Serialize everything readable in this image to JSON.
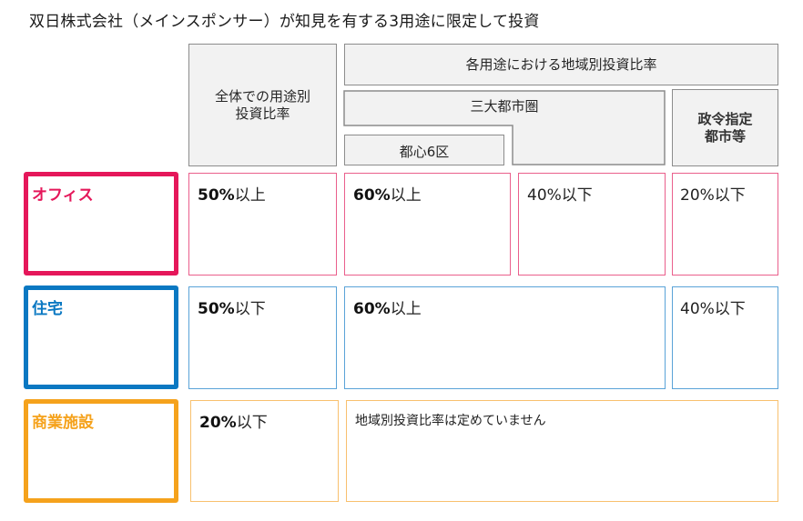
{
  "title": "双日株式会社（メインスポンサー）が知見を有する3用途に限定して投資",
  "colors": {
    "office": "#e5175a",
    "office_cell": "#ea5f8c",
    "residential": "#0a78c2",
    "residential_cell": "#5aa3d8",
    "commercial": "#f5a21c",
    "commercial_cell": "#f8c06e",
    "header_bg": "#f2f2f2",
    "header_border": "#8c8c8c"
  },
  "headers": {
    "overall_ratio": [
      "全体での用途別",
      "投資比率"
    ],
    "regional_ratio": "各用途における地域別投資比率",
    "three_metro": "三大都市圏",
    "central_six": "都心6区",
    "designated_cities": [
      "政令指定",
      "都市等"
    ]
  },
  "rows": [
    {
      "label": "オフィス",
      "overall": {
        "value": "50%",
        "suffix": "以上"
      },
      "central_six": {
        "value": "60%",
        "suffix": "以上"
      },
      "three_metro_other": {
        "value": "40%",
        "suffix": "以下"
      },
      "designated_cities": {
        "value": "20%",
        "suffix": "以下"
      }
    },
    {
      "label": "住宅",
      "overall": {
        "value": "50%",
        "suffix": "以下"
      },
      "three_metro": {
        "value": "60%",
        "suffix": "以上"
      },
      "designated_cities": {
        "value": "40%",
        "suffix": "以下"
      }
    },
    {
      "label": "商業施設",
      "overall": {
        "value": "20%",
        "suffix": "以下"
      },
      "regional_note": "地域別投資比率は定めていません"
    }
  ]
}
